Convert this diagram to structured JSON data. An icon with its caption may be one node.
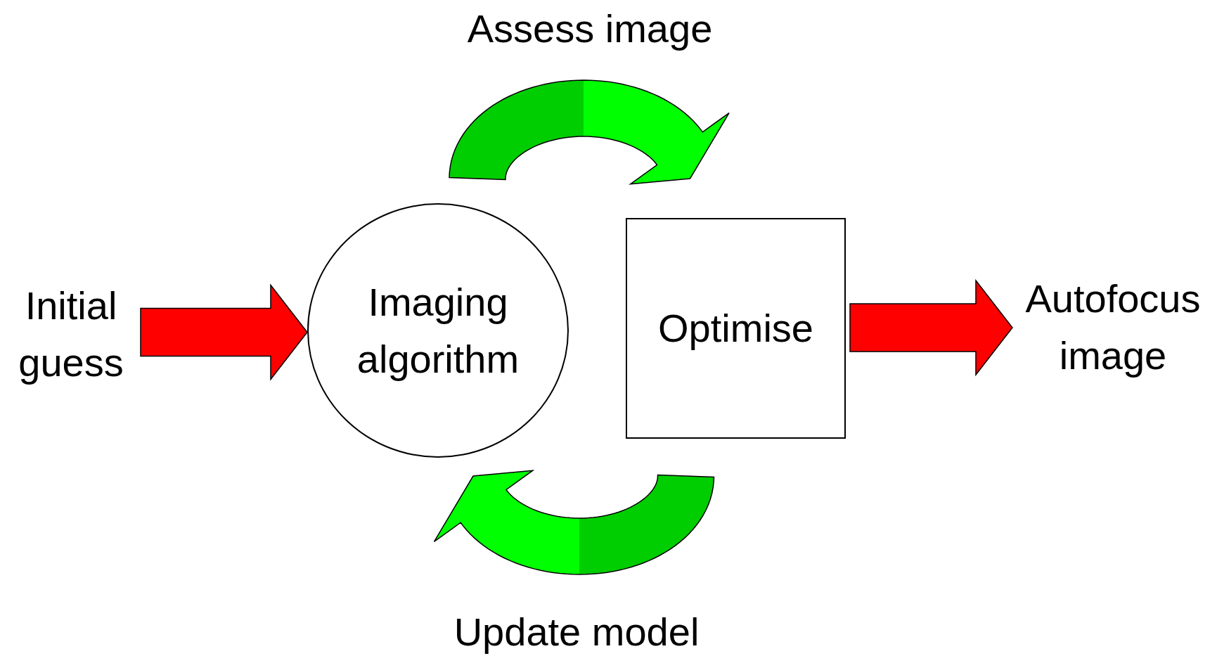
{
  "diagram": {
    "nodes": [
      {
        "text": [
          "Initial guess"
        ]
      },
      {
        "text": [
          "Imaging algorithm"
        ]
      },
      {
        "text": [
          "Optimise"
        ]
      },
      {
        "text": [
          "Autofocus image"
        ]
      }
    ],
    "edges": [
      {
        "from": 0,
        "to": 1,
        "arrow": "to",
        "color": "#ff0000"
      },
      {
        "from": 1,
        "to": 2,
        "arrow": "to",
        "label": "Assess image",
        "color": "#00ff00"
      },
      {
        "from": 2,
        "to": 1,
        "arrow": "to",
        "label": "Update model",
        "color": "#00ff00"
      },
      {
        "from": 2,
        "to": 3,
        "arrow": "to",
        "color": "#ff0000"
      }
    ]
  }
}
